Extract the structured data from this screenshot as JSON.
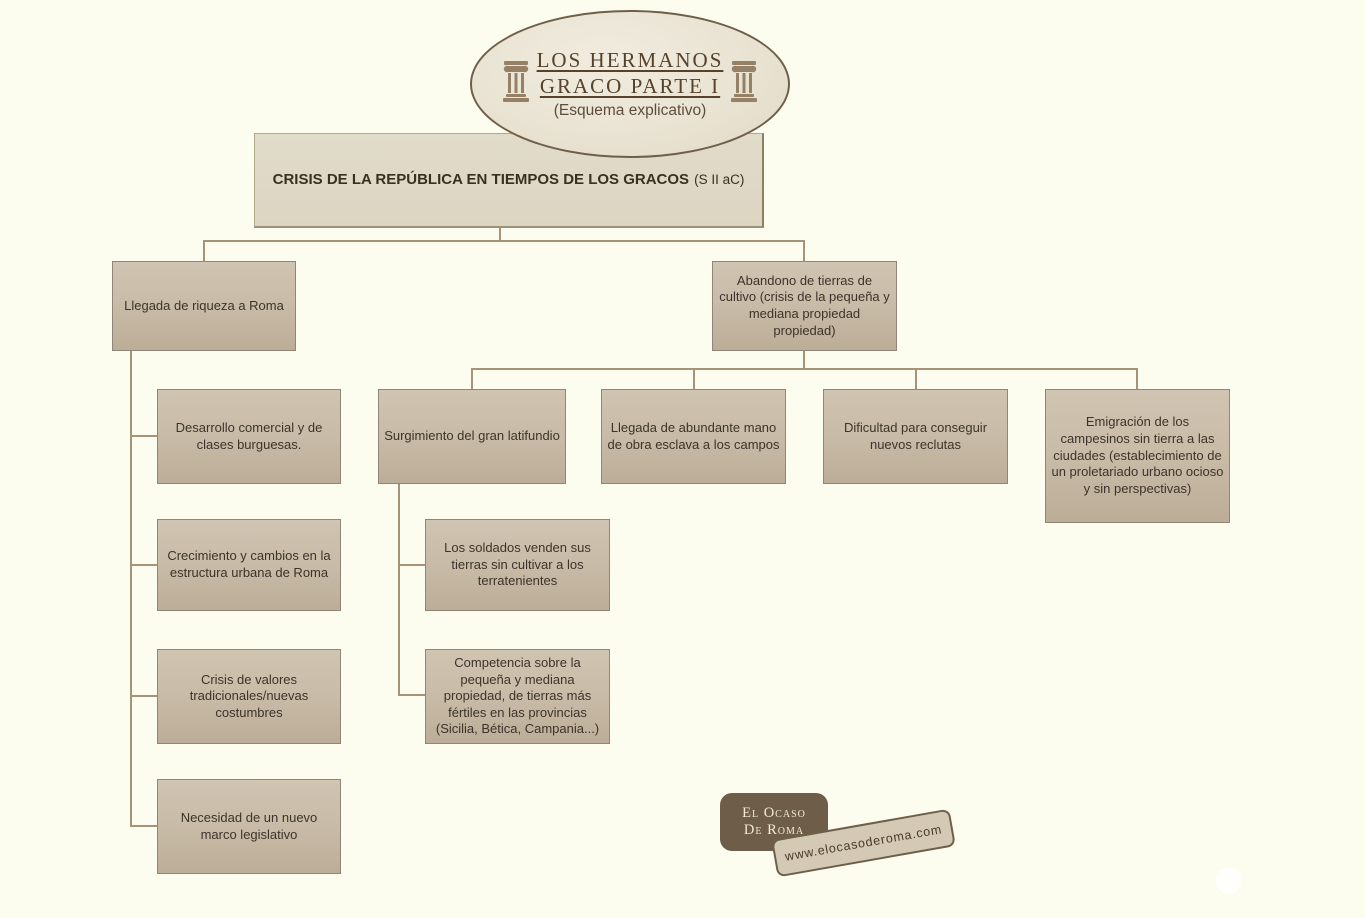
{
  "banner": {
    "title_line1": "LOS HERMANOS",
    "title_line2": "GRACO PARTE I",
    "subtitle": "(Esquema explicativo)"
  },
  "root": {
    "title": "CRISIS DE LA REPÚBLICA EN TIEMPOS DE LOS GRACOS",
    "era": "(S II aC)"
  },
  "left_branch": {
    "label": "Llegada de riqueza a Roma",
    "children": [
      {
        "label": "Desarrollo comercial y de clases burguesas."
      },
      {
        "label": "Crecimiento y cambios en la estructura urbana de Roma"
      },
      {
        "label": "Crisis de valores tradicionales/nuevas costumbres"
      },
      {
        "label": "Necesidad de un nuevo marco legislativo"
      }
    ]
  },
  "right_branch": {
    "label": "Abandono de tierras de cultivo (crisis de la pequeña y mediana propiedad propiedad)",
    "children": [
      {
        "label": "Surgimiento del gran latifundio"
      },
      {
        "label": "Llegada de abundante mano de obra esclava a los campos"
      },
      {
        "label": "Dificultad para conseguir nuevos reclutas"
      },
      {
        "label": "Emigración de los campesinos sin tierra a las ciudades (establecimiento de un proletariado urbano ocioso y sin perspectivas)"
      }
    ]
  },
  "latifundio_children": [
    {
      "label": "Los soldados venden sus tierras sin cultivar a los terratenientes"
    },
    {
      "label": "Competencia sobre la pequeña y mediana propiedad, de tierras más fértiles en las provincias (Sicilia, Bética, Campania...)"
    }
  ],
  "footer": {
    "brand_line1": "El Ocaso",
    "brand_line2": "De Roma",
    "website": "www.elocasoderoma.com"
  },
  "colors": {
    "background": "#fdfdef",
    "node_fill_top": "#d0c4b2",
    "node_fill_bottom": "#bcad98",
    "node_border": "#8f8678",
    "root_fill": "#ddd7c4",
    "connector": "#a5947a",
    "banner_fill": "#e9e3d3",
    "banner_border": "#6f5f49",
    "brand_fill": "#6e5d49",
    "brand_text": "#f3ecda",
    "badge_fill": "#d4c9b5",
    "text": "#3c332a"
  }
}
